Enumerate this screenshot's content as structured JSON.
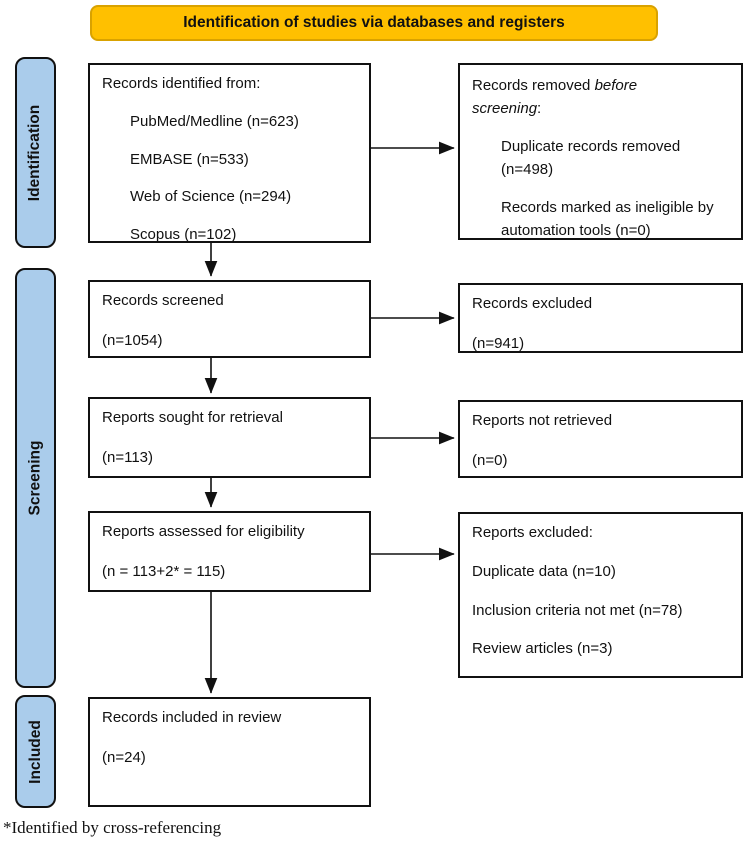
{
  "banner": {
    "title": "Identification of studies via databases and registers"
  },
  "stages": [
    {
      "label": "Identification"
    },
    {
      "label": "Screening"
    },
    {
      "label": "Included"
    }
  ],
  "boxes": {
    "identified": {
      "title": "Records identified from:",
      "items": [
        "PubMed/Medline (n=623)",
        "EMBASE (n=533)",
        "Web of Science (n=294)",
        "Scopus (n=102)"
      ]
    },
    "removed": {
      "title_prefix": "Records removed ",
      "title_italic": "before screening",
      "title_suffix": ":",
      "items": [
        "Duplicate records removed (n=498)",
        "Records marked as ineligible by automation tools (n=0)"
      ]
    },
    "screened": {
      "title": "Records screened",
      "count": "(n=1054)"
    },
    "records_excluded": {
      "title": "Records excluded",
      "count": "(n=941)"
    },
    "sought": {
      "title": "Reports sought for retrieval",
      "count": "(n=113)"
    },
    "not_retrieved": {
      "title": "Reports not retrieved",
      "count": "(n=0)"
    },
    "assessed": {
      "title": "Reports assessed for eligibility",
      "count": "(n = 113+2* = 115)"
    },
    "reports_excluded": {
      "title": "Reports excluded:",
      "items": [
        "Duplicate data (n=10)",
        "Inclusion criteria not met (n=78)",
        "Review articles (n=3)"
      ]
    },
    "included_review": {
      "title": "Records included in review",
      "count": "(n=24)"
    }
  },
  "footnote": "*Identified by cross-referencing",
  "colors": {
    "banner_fill": "#FFC000",
    "banner_border": "#D9A200",
    "stage_fill": "#AACCEB",
    "line_color": "#111111"
  }
}
